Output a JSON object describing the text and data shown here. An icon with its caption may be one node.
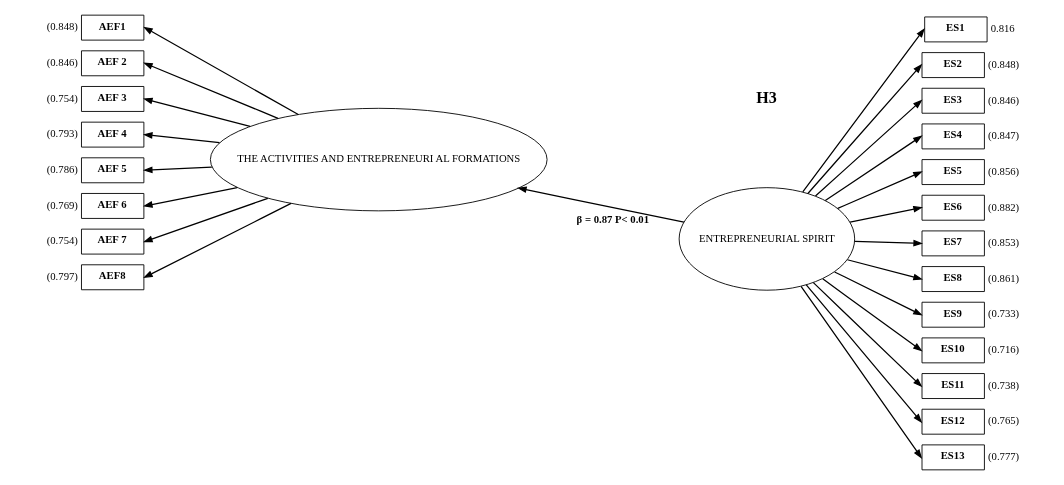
{
  "diagram": {
    "nodes": [
      {
        "text": [
          "THE ACTIVITIES AND ENTREPRENEURI AL FORMATIONS"
        ]
      },
      {
        "text": [
          "ENTREPRENEURIAL SPIRIT"
        ]
      },
      {
        "text": [
          "AEF1"
        ],
        "beside": [
          "(0.848)"
        ]
      },
      {
        "text": [
          "AEF 2"
        ],
        "beside": [
          "(0.846)"
        ]
      },
      {
        "text": [
          "AEF 3"
        ],
        "beside": [
          "(0.754)"
        ]
      },
      {
        "text": [
          "AEF 4"
        ],
        "beside": [
          "(0.793)"
        ]
      },
      {
        "text": [
          "AEF 5"
        ],
        "beside": [
          "(0.786)"
        ]
      },
      {
        "text": [
          "AEF 6"
        ],
        "beside": [
          "(0.769)"
        ]
      },
      {
        "text": [
          "AEF 7"
        ],
        "beside": [
          "(0.754)"
        ]
      },
      {
        "text": [
          "AEF8"
        ],
        "beside": [
          "(0.797)"
        ]
      },
      {
        "text": [
          "ES1"
        ],
        "beside": [
          "0.816"
        ]
      },
      {
        "text": [
          "ES2"
        ],
        "beside": [
          "(0.848)"
        ]
      },
      {
        "text": [
          "ES3"
        ],
        "beside": [
          "(0.846)"
        ]
      },
      {
        "text": [
          "ES4"
        ],
        "beside": [
          "(0.847)"
        ]
      },
      {
        "text": [
          "ES5"
        ],
        "beside": [
          "(0.856)"
        ]
      },
      {
        "text": [
          "ES6"
        ],
        "beside": [
          "(0.882)"
        ]
      },
      {
        "text": [
          "ES7"
        ],
        "beside": [
          "(0.853)"
        ]
      },
      {
        "text": [
          "ES8"
        ],
        "beside": [
          "(0.861)"
        ]
      },
      {
        "text": [
          "ES9"
        ],
        "beside": [
          "(0.733)"
        ]
      },
      {
        "text": [
          "ES10"
        ],
        "beside": [
          "(0.716)"
        ]
      },
      {
        "text": [
          "ES11"
        ],
        "beside": [
          "(0.738)"
        ]
      },
      {
        "text": [
          "ES12"
        ],
        "beside": [
          "(0.765)"
        ]
      },
      {
        "text": [
          "ES13"
        ],
        "beside": [
          "(0.777)"
        ]
      }
    ],
    "edges": [
      {
        "from": 0,
        "to": 2,
        "arrow": "to"
      },
      {
        "from": 0,
        "to": 3,
        "arrow": "to"
      },
      {
        "from": 0,
        "to": 4,
        "arrow": "to"
      },
      {
        "from": 0,
        "to": 5,
        "arrow": "to"
      },
      {
        "from": 0,
        "to": 6,
        "arrow": "to"
      },
      {
        "from": 0,
        "to": 7,
        "arrow": "to"
      },
      {
        "from": 0,
        "to": 8,
        "arrow": "to"
      },
      {
        "from": 0,
        "to": 9,
        "arrow": "to"
      },
      {
        "from": 1,
        "to": 0,
        "arrow": "to",
        "label": "β = 0.87 P< 0.01"
      },
      {
        "from": 1,
        "to": 10,
        "arrow": "to"
      },
      {
        "from": 1,
        "to": 11,
        "arrow": "to"
      },
      {
        "from": 1,
        "to": 12,
        "arrow": "to"
      },
      {
        "from": 1,
        "to": 13,
        "arrow": "to"
      },
      {
        "from": 1,
        "to": 14,
        "arrow": "to"
      },
      {
        "from": 1,
        "to": 15,
        "arrow": "to"
      },
      {
        "from": 1,
        "to": 16,
        "arrow": "to"
      },
      {
        "from": 1,
        "to": 17,
        "arrow": "to"
      },
      {
        "from": 1,
        "to": 18,
        "arrow": "to"
      },
      {
        "from": 1,
        "to": 19,
        "arrow": "to"
      },
      {
        "from": 1,
        "to": 20,
        "arrow": "to"
      },
      {
        "from": 1,
        "to": 21,
        "arrow": "to"
      },
      {
        "from": 1,
        "to": 22,
        "arrow": "to"
      }
    ],
    "labels": [
      "H3"
    ]
  }
}
